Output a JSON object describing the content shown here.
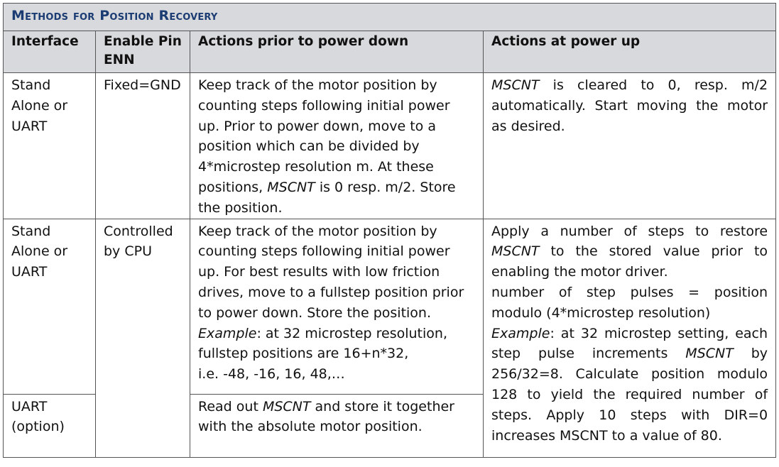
{
  "table": {
    "title": "Methods for Position Recovery",
    "headers": {
      "interface": "Interface",
      "enable_pin": "Enable Pin ENN",
      "prior": "Actions prior to power down",
      "powerup": "Actions at power up"
    },
    "rows": [
      {
        "interface": "Stand Alone or UART",
        "enable_pin": "Fixed=GND",
        "prior": {
          "part1": "Keep track of the motor position by counting steps following initial power up. Prior to power down, move to a position which can be divided by 4*microstep resolution m. At these positions, ",
          "em1": "MSCNT",
          "part2": " is 0 resp. m/2. Store the position."
        },
        "powerup": {
          "em1": "MSCNT",
          "part1": " is cleared to 0, resp. m/2 automatically. Start moving the motor as desired."
        }
      },
      {
        "interface": "Stand Alone or UART",
        "enable_pin": "Controlled by CPU",
        "prior": {
          "part1": "Keep track of the motor position by counting steps following initial power up. For best results with low friction drives, move to a fullstep position prior to power down. Store the position.",
          "example_label": "Example",
          "example_text": ": at 32 microstep resolution, fullstep positions are 16+n*32,",
          "example_line2": "i.e. -48, -16, 16, 48,…"
        },
        "powerup": {
          "part1": "Apply a number of steps to restore ",
          "em1": "MSCNT",
          "part2": " to the stored value prior to enabling the motor driver.",
          "formula": "number of step pulses = position modulo (4*microstep resolution)",
          "example_label": "Example",
          "example_text1": ": at 32 microstep setting, each step pulse increments ",
          "em2": "MSCNT",
          "example_text2": " by 256/32=8. Calculate position modulo 128 to yield the required number of steps. Apply 10 steps with DIR=0 increases MSCNT to a value of 80."
        }
      },
      {
        "interface": "UART (option)",
        "prior": {
          "part1": "Read out ",
          "em1": "MSCNT",
          "part2": " and store it together with the absolute motor position."
        }
      }
    ]
  }
}
